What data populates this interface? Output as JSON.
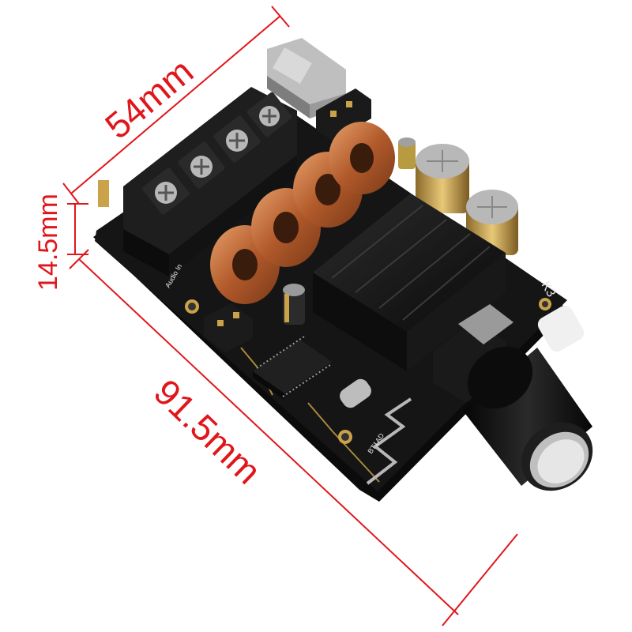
{
  "colors": {
    "dimension": "#e0161b",
    "pcb": "#141414",
    "terminal": "#1c1c1c",
    "copper": "#c06a38",
    "gold": "#c9a24a",
    "silkscreen": "#e8e8e8"
  },
  "dimensions": {
    "width_label": "54mm",
    "length_label": "91.5mm",
    "height_label": "14.5mm"
  },
  "board_markings": {
    "audio_in": "Audio In",
    "k3": "K3",
    "bt_label": "BT1AD"
  },
  "icons": [
    "bluetooth-antenna-icon",
    "volume-knob-icon"
  ]
}
